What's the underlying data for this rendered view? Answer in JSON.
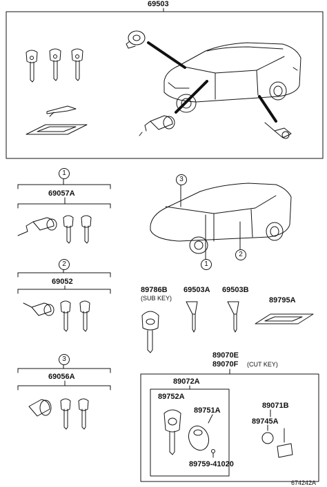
{
  "labels": {
    "kit_top": "69503"
  },
  "groups": [
    {
      "badge": "1",
      "part": "69057A"
    },
    {
      "badge": "2",
      "part": "69052"
    },
    {
      "badge": "3",
      "part": "69056A"
    }
  ],
  "car_callouts": [
    "3",
    "1",
    "2"
  ],
  "keys": [
    {
      "part": "89786B",
      "note": "(SUB KEY)"
    },
    {
      "part": "69503A"
    },
    {
      "part": "69503B"
    },
    {
      "part": "89795A"
    }
  ],
  "kit_bottom": {
    "line1": "89070E",
    "line2_part": "89070F",
    "line2_note": "(CUT KEY)",
    "sub_kit": "89072A",
    "items": [
      "89752A",
      "89751A",
      "89759-41020",
      "89071B",
      "89745A"
    ]
  },
  "figure_id": "674242A"
}
